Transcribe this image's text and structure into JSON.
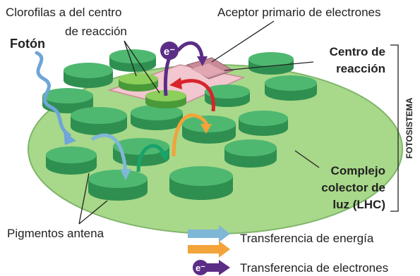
{
  "labels": {
    "clorofilas_line1": "Clorofilas a del centro",
    "clorofilas_line2": "de reacción",
    "aceptor": "Aceptor primario de electrones",
    "foton": "Fotón",
    "centro_line1": "Centro de",
    "centro_line2": "reacción",
    "fotosistema": "FOTOSISTEMA",
    "complejo_line1": "Complejo",
    "complejo_line2": "colector de",
    "complejo_line3": "luz (LHC)",
    "pigmentos": "Pigmentos antena",
    "electron_symbol": "e⁻"
  },
  "legend": {
    "energia": "Transferencia de energía",
    "electrones": "Transferencia de electrones"
  },
  "colors": {
    "disk": "#a8d88a",
    "disk_edge": "#7fb56a",
    "pigment": "#4fb870",
    "pigment_dark": "#2f8f50",
    "reaction_pad": "#f2c7cf",
    "energy_blue": "#7fb7d6",
    "energy_orange": "#f2a33a",
    "energy_green": "#1aa36a",
    "electron_red": "#d8232a",
    "electron_purple": "#5b2d86"
  }
}
